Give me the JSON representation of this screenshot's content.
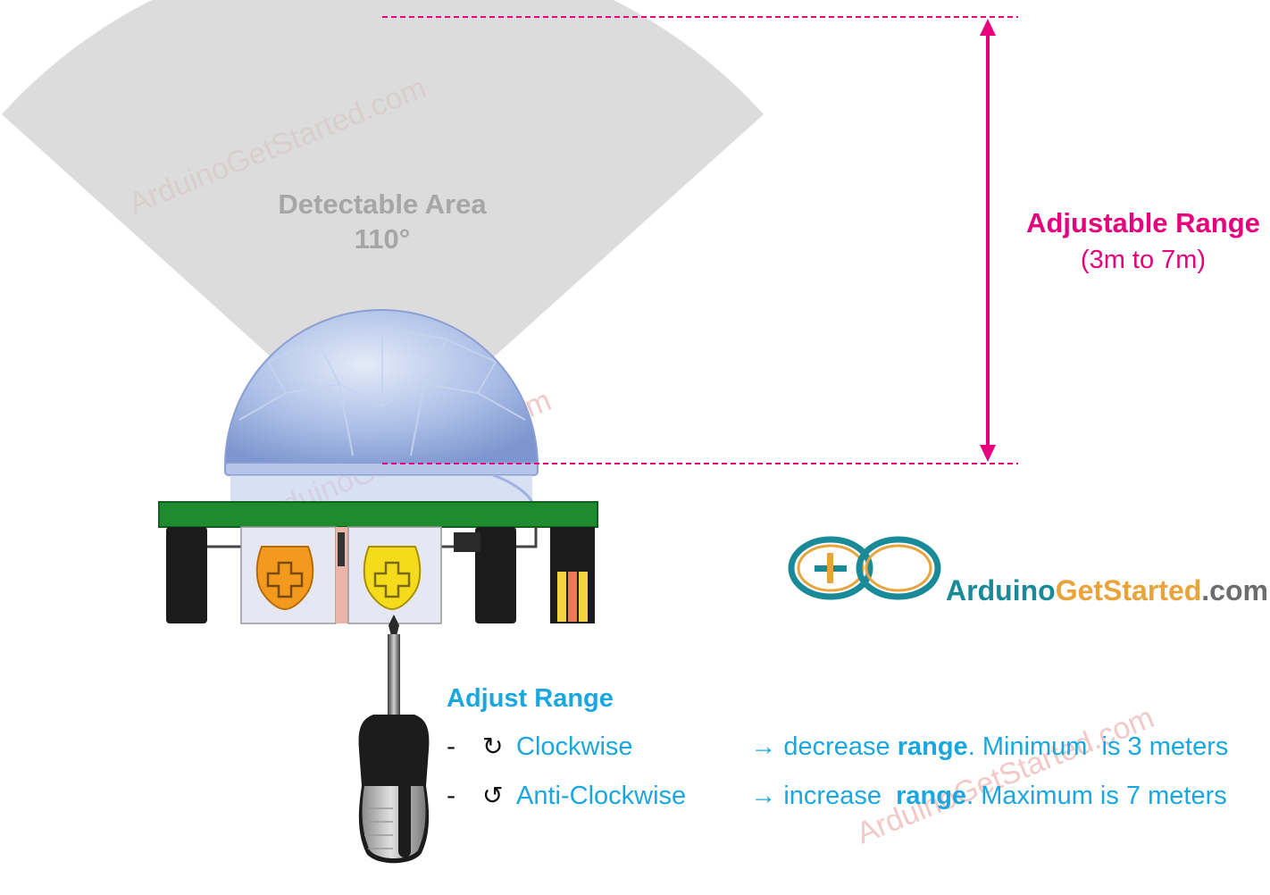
{
  "detectable_area": {
    "label": "Detectable Area",
    "angle": "110°"
  },
  "adjustable_range": {
    "title": "Adjustable Range",
    "subtitle": "(3m to 7m)"
  },
  "adjust": {
    "title": "Adjust Range",
    "items": [
      {
        "bullet": "-",
        "icon": "↻",
        "direction": "Clockwise",
        "arrow": "→ decrease ",
        "keyword": "range",
        "rest": ". Minimum  is 3 meters"
      },
      {
        "bullet": "-",
        "icon": "↺",
        "direction": "Anti-Clockwise",
        "arrow": "→ increase  ",
        "keyword": "range",
        "rest": ". Maximum is 7 meters"
      }
    ]
  },
  "logo": {
    "part1": "Arduino",
    "part2": "GetStarted",
    "part3": ".com"
  },
  "watermark": "ArduinoGetStarted.com",
  "colors": {
    "accent_pink": "#e6007e",
    "accent_blue": "#1aa7e0",
    "pcb_green": "#1e8b2e",
    "logo_teal": "#1a8a99",
    "logo_orange": "#e8a33b",
    "logo_gray": "#6d6d6d"
  },
  "icons": [
    "clockwise-icon",
    "anticlockwise-icon",
    "arduino-infinity-logo-icon",
    "screwdriver-icon",
    "pir-sensor-icon"
  ]
}
